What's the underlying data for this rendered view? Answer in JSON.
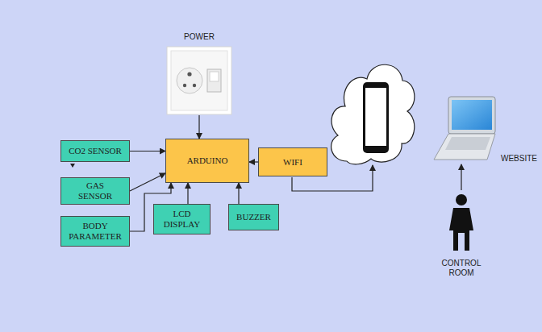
{
  "diagram": {
    "nodes": [
      {
        "text": [
          "POWER"
        ]
      },
      {
        "text": [
          "CO2 SENSOR"
        ]
      },
      {
        "text": [
          "GAS SENSOR"
        ]
      },
      {
        "text": [
          "BODY PARAMETER"
        ]
      },
      {
        "text": [
          "ARDUINO"
        ]
      },
      {
        "text": [
          "WIFI"
        ]
      },
      {
        "text": [
          "LCD DISPLAY"
        ]
      },
      {
        "text": [
          "BUZZER"
        ]
      },
      {
        "text": [
          "WEBSITE"
        ]
      },
      {
        "text": [
          "CONTROL ROOM"
        ]
      }
    ],
    "edges": [
      {
        "from": 0,
        "to": 4,
        "arrow": "to"
      },
      {
        "from": 1,
        "to": 4,
        "arrow": "to"
      },
      {
        "from": 2,
        "to": 4,
        "arrow": "to"
      },
      {
        "from": 3,
        "to": 4,
        "arrow": "to"
      },
      {
        "from": 6,
        "to": 4,
        "arrow": "to"
      },
      {
        "from": 7,
        "to": 4,
        "arrow": "to"
      },
      {
        "from": 5,
        "to": 4,
        "arrow": "to"
      },
      {
        "from": 9,
        "to": 8,
        "arrow": "to"
      }
    ]
  }
}
